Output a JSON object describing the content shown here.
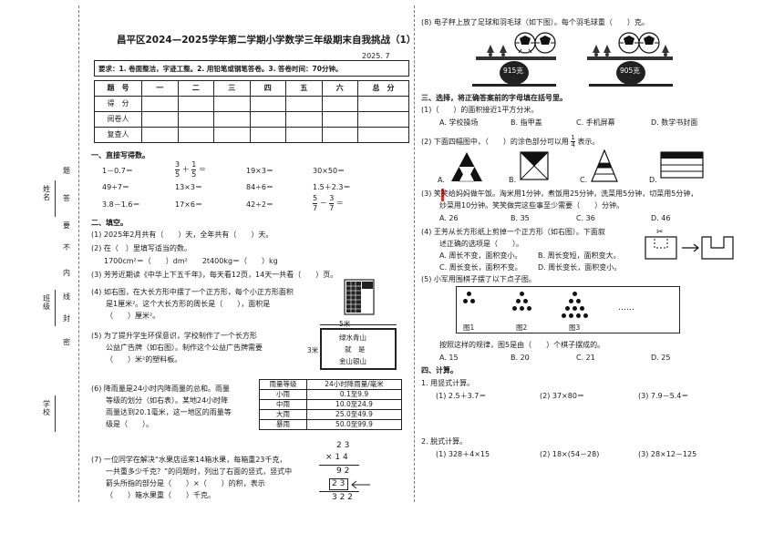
{
  "header": {
    "title": "昌平区2024—2025学年第二学期小学数学三年级期末自我挑战（1）",
    "date": "2025. 7",
    "requirements": "要求：1. 卷面整洁，字迹工整。2. 用铅笔或钢笔答卷。3. 答卷时间：70分钟。"
  },
  "binding_margin": {
    "name_label": "姓名",
    "class_label": "班级",
    "school_label": "学校",
    "seal_chars": [
      "题",
      "答",
      "要",
      "不",
      "内",
      "线",
      "封",
      "密"
    ]
  },
  "score_table": {
    "headers": [
      "题　号",
      "一",
      "二",
      "三",
      "四",
      "五",
      "六",
      "总　分"
    ],
    "rows": [
      "得　分",
      "阅卷人",
      "复查人"
    ]
  },
  "s1": {
    "title": "一、直接写得数。",
    "col1": [
      "1－0.7＝",
      "49÷7＝",
      "3.8－1.6＝"
    ],
    "frac1": {
      "a": "3",
      "b": "5",
      "c": "1",
      "d": "5"
    },
    "col2": [
      "13×3＝",
      "17×6＝"
    ],
    "col3": [
      "19×3＝",
      "84÷6＝",
      "42÷2＝"
    ],
    "col4": [
      "30×50＝",
      "1.5＋2.3＝"
    ],
    "frac2": {
      "a": "5",
      "b": "7",
      "c": "3",
      "d": "7"
    }
  },
  "s2": {
    "title": "二、填空。",
    "q1": "(1) 2025年2月共有（　　）天，全年共有（　　）天。",
    "q2": "(2) 在（　）里填写适当的数。",
    "q2a": "1700cm²＝（　　）dm²　　2t400kg＝（　　）kg",
    "q3": "(3) 芳芳近期读《中华上下五千年》，每天看12页，14天一共看（　　）页。",
    "q4": [
      "(4) 如右图，在大长方形中摆了一个正方形，每个小正方形面积",
      "是1厘米²。这个大长方形的周长是（　　），面积是",
      "（　　）厘米²。"
    ],
    "q5": [
      "(5) 为了提升学生环保意识，学校制作了一个长方形",
      "公益广告牌（如右图）。制作这个公益广告牌需要",
      "（　　）米²的塑料板。"
    ],
    "sign": {
      "width": "5米",
      "height": "3米",
      "line1": "绿水青山",
      "line2": "就　是",
      "line3": "金山银山"
    },
    "q6": [
      "(6) 降雨量是24小时内降雨量的总和。雨量",
      "等级的划分（如右表）。某地24小时降",
      "雨量达到20.1毫米，这一地区的雨量等",
      "级是（　　）。"
    ],
    "rain": {
      "headers": [
        "雨量等级",
        "24小时降雨量/毫米"
      ],
      "rows": [
        [
          "小雨",
          "0.1至9.9"
        ],
        [
          "中雨",
          "10.0至24.9"
        ],
        [
          "大雨",
          "25.0至49.9"
        ],
        [
          "暴雨",
          "50.0至99.9"
        ]
      ]
    },
    "q7": [
      "(7) 一位同学在解决“水果店运来14箱水果，每箱重23千克，",
      "一共重多少千克？”的问题时，列出了右面的竖式，竖式中",
      "箭头所指的部分是（　　）×（　　）的积，表示",
      "（　　）箱水果重（　　）千克。"
    ],
    "vertical": {
      "r1": "2 3",
      "r2": "× 1 4",
      "r3": "9 2",
      "r4": "2 3",
      "r5": "3 2 2"
    },
    "q8": "(8) 电子秤上放了足球和羽毛球（如下图）。每个羽毛球重（　　）克。",
    "scale1": "915克",
    "scale2": "905克"
  },
  "s3": {
    "title": "三、选择，将正确答案前的字母填在括号里。",
    "q1": "(1)（　　）的面积接近1平方分米。",
    "q1opts": [
      "A. 学校操场",
      "B. 指甲盖",
      "C. 手机屏幕",
      "D. 数学书封面"
    ],
    "q2": "(2) 下面四幅图中，（　　）的涂色部分可以用",
    "q2frac": {
      "n": "1",
      "d": "4"
    },
    "q2tail": "表示。",
    "q2opts": [
      "A.",
      "B.",
      "C.",
      "D."
    ],
    "q3": [
      "(3) 笑笑给妈妈做午饭。淘米用1分钟，煮饭用25分钟，洗菜用5分钟，切菜用5分钟，",
      "炒菜用10分钟。笑笑做完这些事至少需要（　　）分钟。"
    ],
    "q3opts": [
      "A. 26",
      "B. 35",
      "C. 36",
      "D. 46"
    ],
    "q4": [
      "(4) 王芳从长方形纸上剪掉一个正方形（如右图）。下面叙",
      "述正确的选项是（　　）。"
    ],
    "q4opts": [
      "A. 周长不变，面积变小。",
      "B. 周长变短，面积变大。",
      "C. 周长变长，面积不变。",
      "D. 周长变长，面积变小。"
    ],
    "q5": "(5) 小军用围棋子摆了以下点子图。",
    "fig_labels": [
      "图1",
      "图2",
      "图3"
    ],
    "ellipsis": "……",
    "q5b": "按照这样的规律，图5是由（　　）个棋子摆成的。",
    "q5opts": [
      "A. 15",
      "B. 20",
      "C. 21",
      "D. 25"
    ]
  },
  "s4": {
    "title": "四、计算。",
    "p1": "1. 用竖式计算。",
    "p1items": [
      "(1) 2.5＋3.7＝",
      "(2) 37×80＝",
      "(3) 7.9－5.4＝"
    ],
    "p2": "2. 脱式计算。",
    "p2items": [
      "(1) 328＋4×15",
      "(2) 18×(54－28)",
      "(3) 28×12－125"
    ]
  }
}
